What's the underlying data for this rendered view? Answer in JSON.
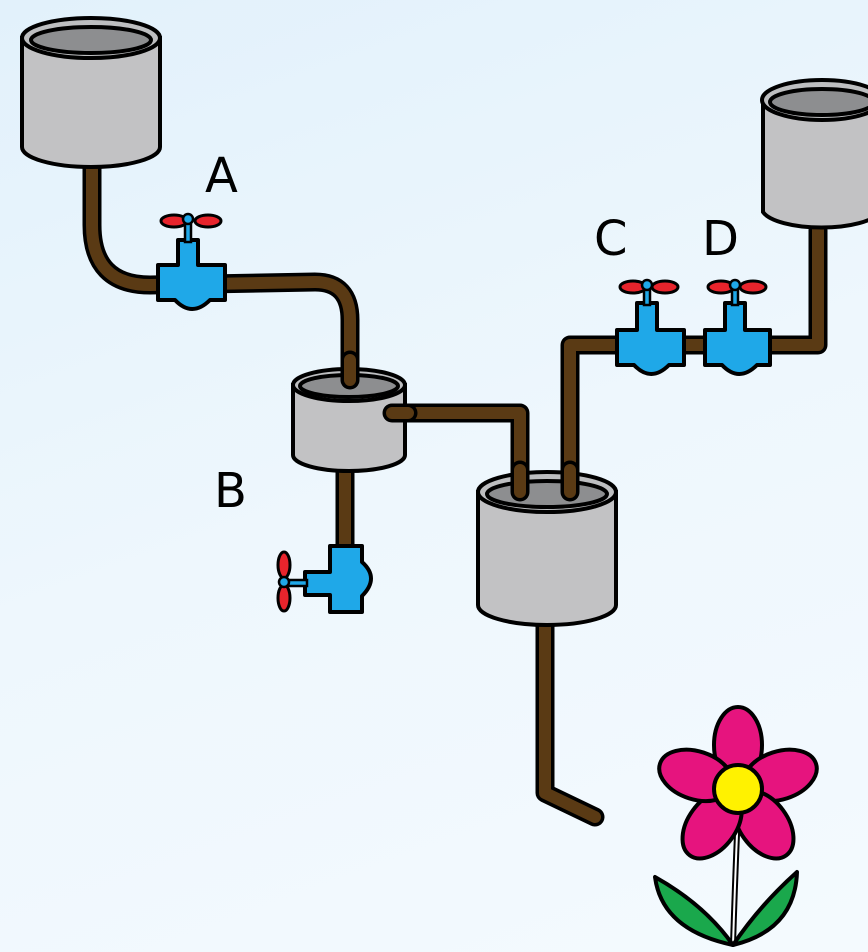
{
  "diagram": {
    "valves": [
      {
        "id": "A",
        "label": "A"
      },
      {
        "id": "B",
        "label": "B"
      },
      {
        "id": "C",
        "label": "C"
      },
      {
        "id": "D",
        "label": "D"
      }
    ],
    "colors": {
      "background": "#e8f4fc",
      "pipe": "#5a3a14",
      "tank": "#c2c2c4",
      "valve": "#1fa8e8",
      "handle": "#e8242c",
      "petal": "#e6147e",
      "flower_center": "#fff200",
      "leaf": "#1aa84c"
    }
  }
}
